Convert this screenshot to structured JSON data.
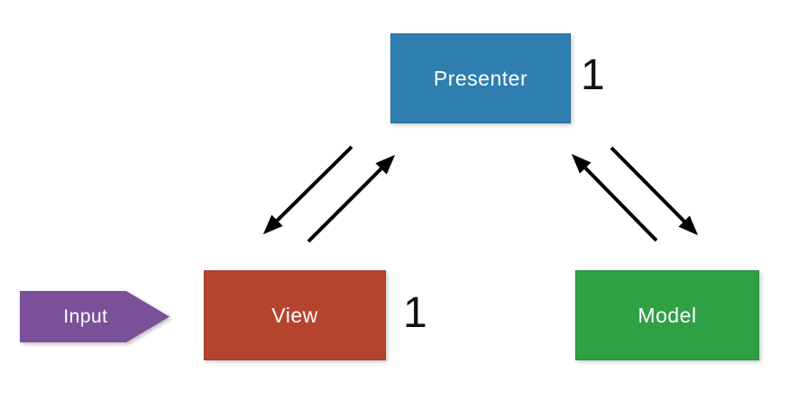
{
  "diagram": {
    "type": "architecture-diagram",
    "pattern": "Model-View-Presenter",
    "background_color": "#FFFFFF",
    "arrow_color": "#000000",
    "nodes": [
      {
        "id": "presenter",
        "label": "Presenter",
        "color": "#2E7FB0",
        "text_color": "#FFFFFF",
        "multiplicity": "1"
      },
      {
        "id": "view",
        "label": "View",
        "color": "#B5442F",
        "text_color": "#FFFFFF",
        "multiplicity": "1"
      },
      {
        "id": "model",
        "label": "Model",
        "color": "#2FA044",
        "text_color": "#FFFFFF"
      }
    ],
    "input": {
      "label": "Input",
      "color": "#7A5199",
      "text_color": "#FFFFFF",
      "shape": "right-pointing-chevron"
    },
    "edges": [
      {
        "from": "presenter",
        "to": "view"
      },
      {
        "from": "view",
        "to": "presenter"
      },
      {
        "from": "model",
        "to": "presenter"
      },
      {
        "from": "presenter",
        "to": "model"
      }
    ]
  }
}
